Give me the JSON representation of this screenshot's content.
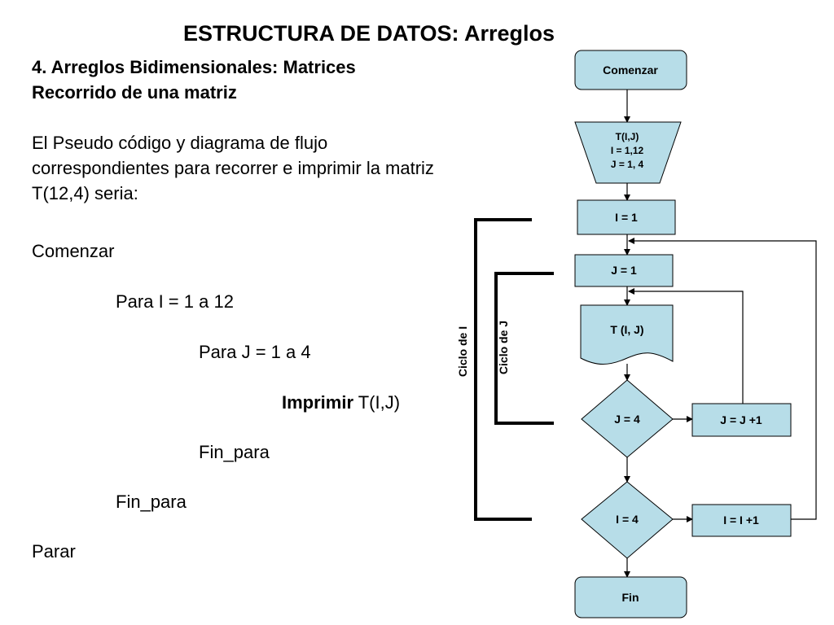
{
  "slide": {
    "title": "ESTRUCTURA DE DATOS: Arreglos",
    "subtitle_1": "4. Arreglos Bidimensionales: Matrices",
    "subtitle_2": "Recorrido de una matriz",
    "intro": [
      "El Pseudo código y diagrama de flujo",
      "correspondientes para recorrer e imprimir la matriz",
      "T(12,4) seria:"
    ],
    "pseudocode": {
      "start": "Comenzar",
      "for_i": "Para I = 1 a 12",
      "for_j": "Para J = 1 a 4",
      "print_keyword": "Imprimir",
      "print_arg": " T(I,J)",
      "end_for_j": "Fin_para",
      "end_for_i": "Fin_para",
      "stop": "Parar"
    }
  },
  "flowchart": {
    "fill_color": "#b7dde8",
    "start": "Comenzar",
    "input": [
      "T(I,J)",
      "I = 1,12",
      "J = 1, 4"
    ],
    "init_i": "I = 1",
    "init_j": "J = 1",
    "print": "T (I, J)",
    "decision_j": "J = 4",
    "increment_j": "J = J +1",
    "decision_i": "I = 4",
    "increment_i": "I = I +1",
    "end": "Fin",
    "loop_i_label": "Ciclo de I",
    "loop_j_label": "Ciclo de J"
  }
}
